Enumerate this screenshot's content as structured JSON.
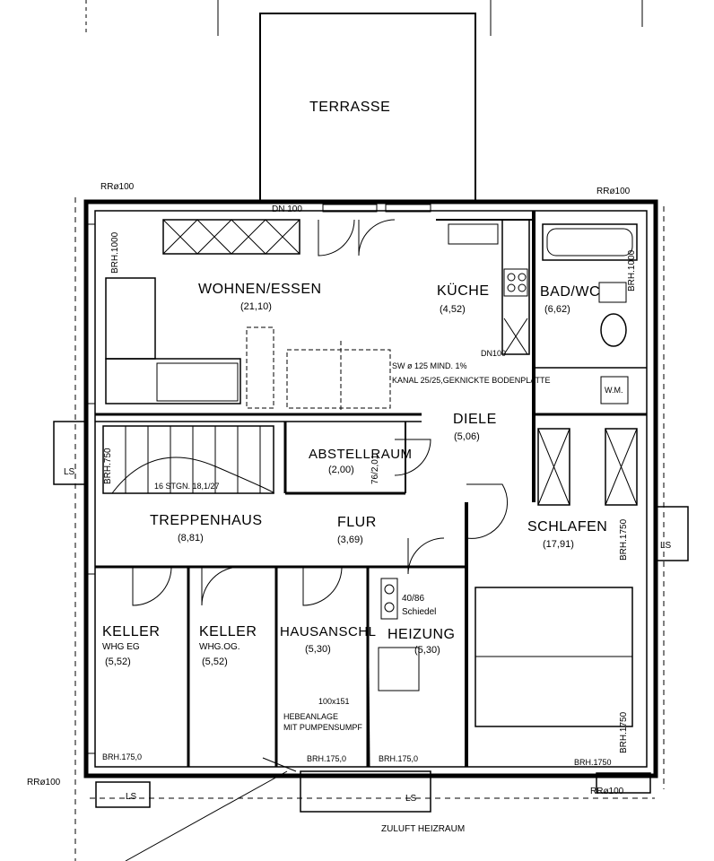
{
  "plan": {
    "rooms": [
      {
        "name": "TERRASSE",
        "area": ""
      },
      {
        "name": "WOHNEN/ESSEN",
        "area": "(21,10)"
      },
      {
        "name": "KÜCHE",
        "area": "(4,52)"
      },
      {
        "name": "BAD/WC",
        "area": "(6,62)"
      },
      {
        "name": "DIELE",
        "area": "(5,06)"
      },
      {
        "name": "ABSTELLRAUM",
        "area": "(2,00)"
      },
      {
        "name": "TREPPENHAUS",
        "area": "(8,81)"
      },
      {
        "name": "FLUR",
        "area": "(3,69)"
      },
      {
        "name": "SCHLAFEN",
        "area": "(17,91)"
      },
      {
        "name": "KELLER",
        "sub": "WHG EG",
        "area": "(5,52)"
      },
      {
        "name": "KELLER",
        "sub": "WHG.OG.",
        "area": "(5,52)"
      },
      {
        "name": "HAUSANSCHL",
        "area": "(5,30)"
      },
      {
        "name": "HEIZUNG",
        "area": "(5,30)"
      }
    ],
    "annotations": {
      "rr_top_left": "RRø100",
      "rr_top_right": "RRø100",
      "rr_bottom_left": "RRø100",
      "rr_bottom_right": "RRø100",
      "dn100_top": "DN 100",
      "dn100_mid": "DN100",
      "sw_note": "SW ø 125 MIND. 1%",
      "kanal_note": "KANAL 25/25,GEKNICKTE BODENPLATTE",
      "stairs": "16 STGN. 18,1/27",
      "brh_1000_left": "BRH.1000",
      "brh_1000_right": "BRH.1000",
      "brh_750": "BRH.750",
      "brh_1750_right_upper": "BRH.1750",
      "brh_1750_right_lower": "BRH.1750",
      "brh_1750_bottom_1": "BRH.175,0",
      "brh_1750_bottom_2": "BRH.175,0",
      "brh_1750_bottom_3": "BRH.175,0",
      "brh_1750_bottom_4": "BRH.1750",
      "ls": "LS",
      "wm": "W.M.",
      "door_dims": "76/2,01",
      "boiler_size": "40/86",
      "boiler_brand": "Schiedel",
      "hebe_size": "100x151",
      "hebe_line1": "HEBEANLAGE",
      "hebe_line2": "MIT PUMPENSUMPF",
      "zuluft": "ZULUFT HEIZRAUM"
    }
  }
}
